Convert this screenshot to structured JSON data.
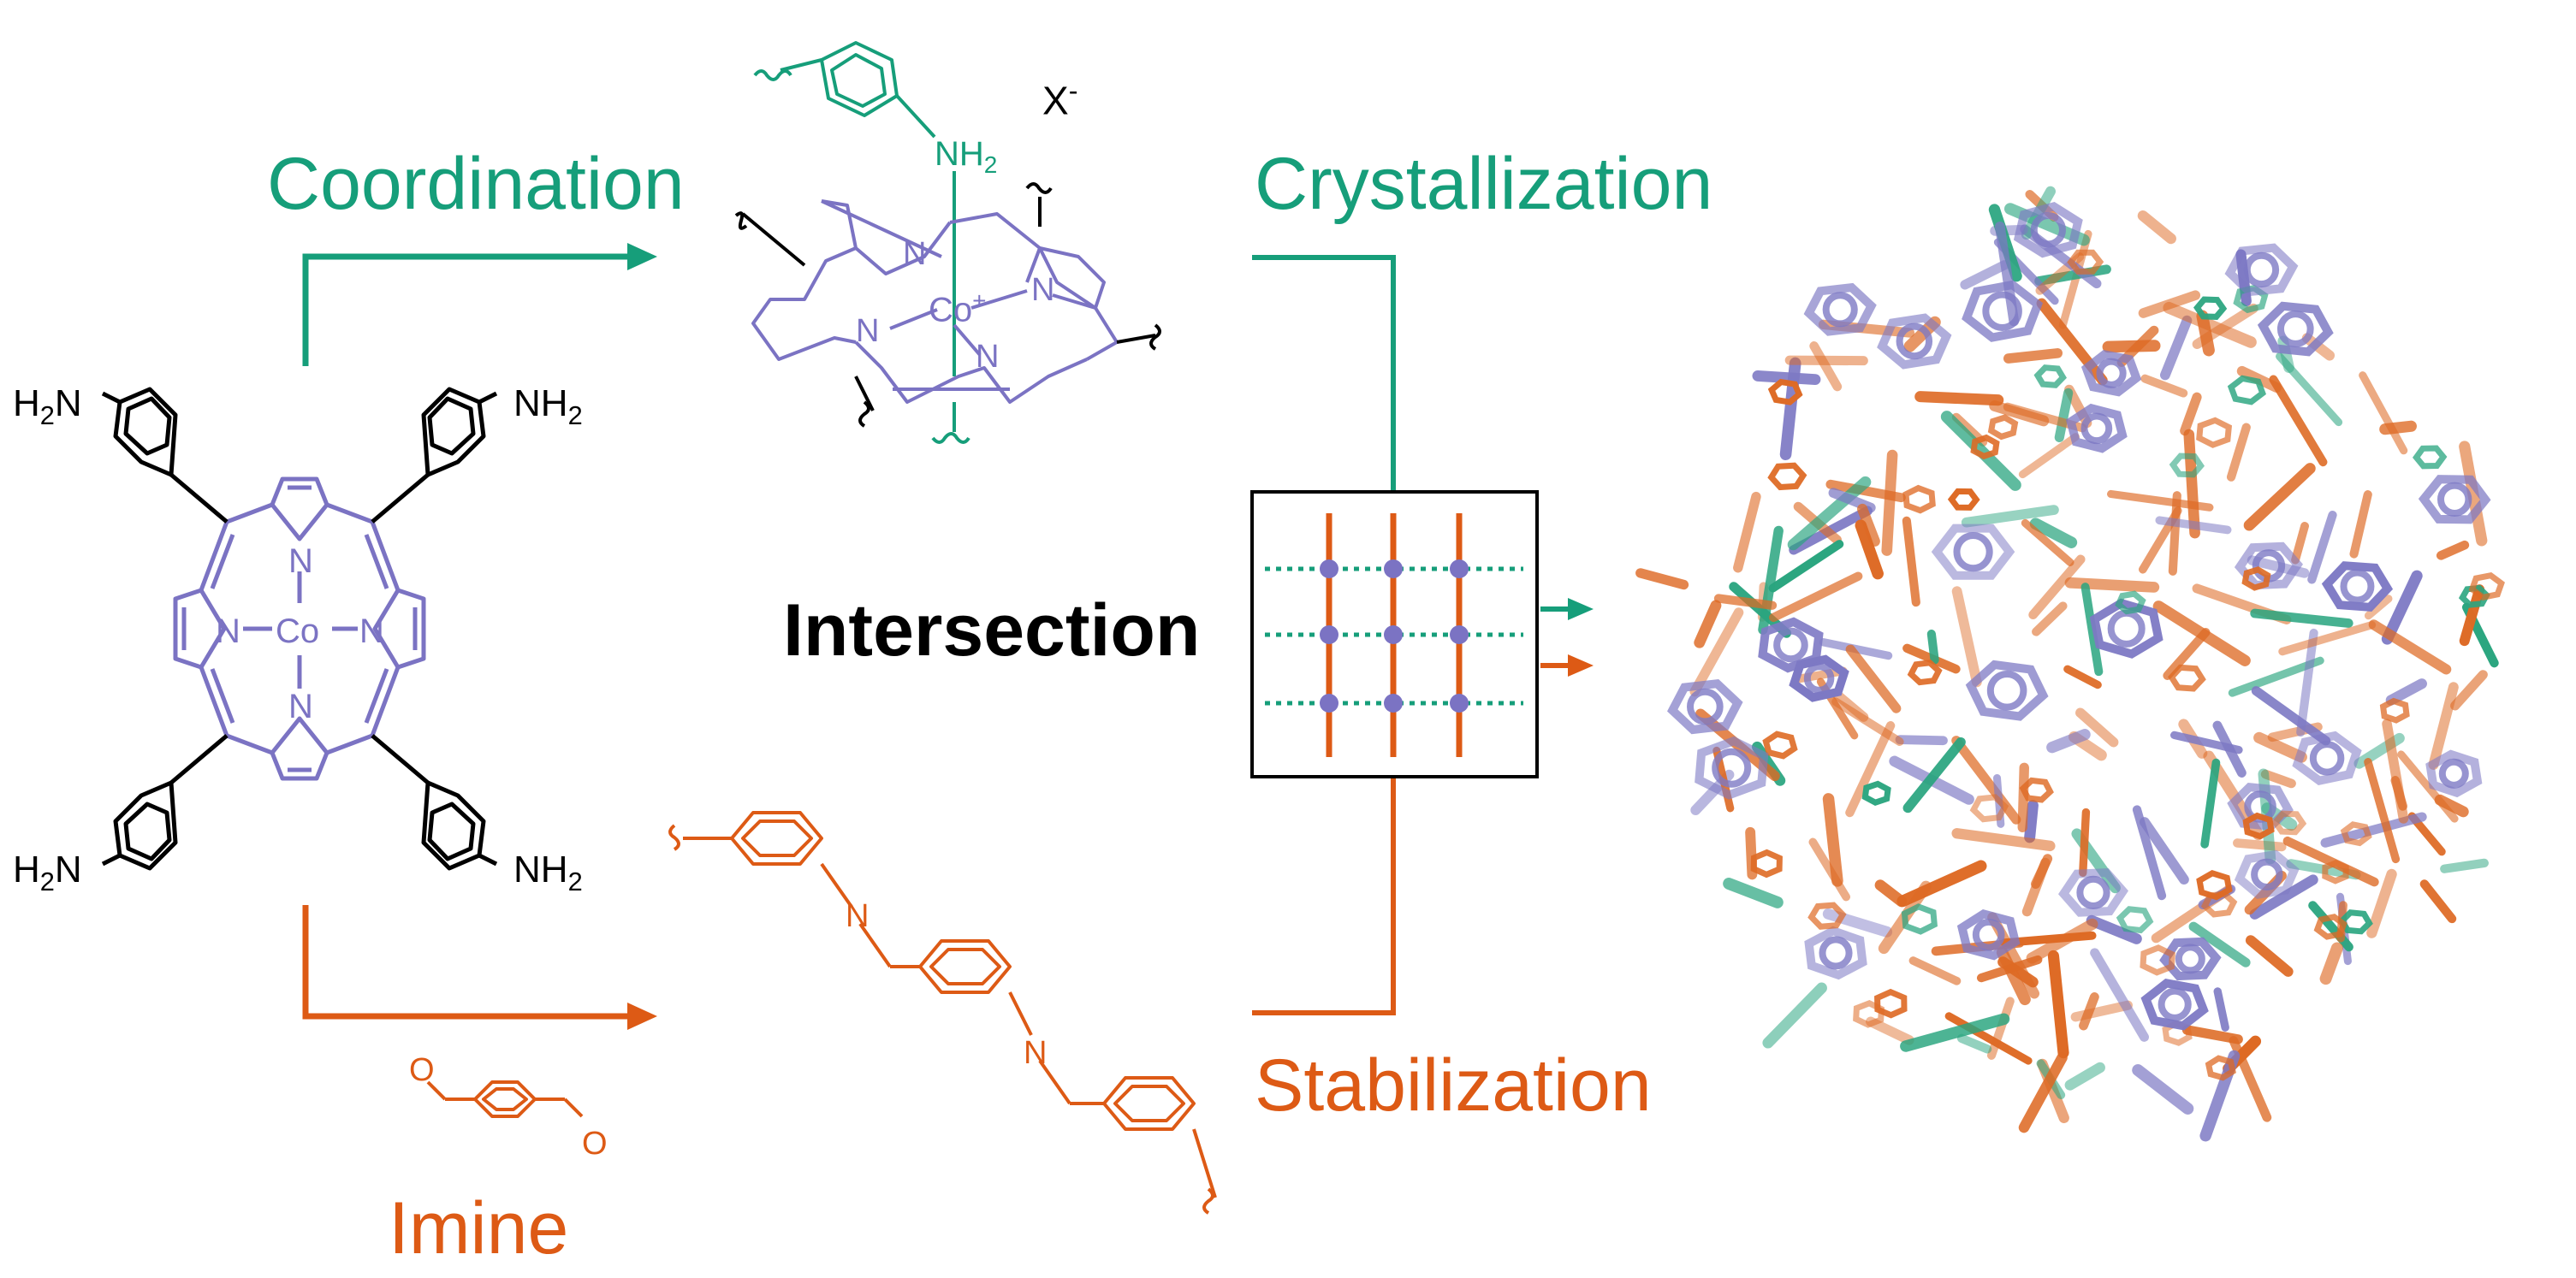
{
  "colors": {
    "green": "#169e7a",
    "orange": "#dd5a15",
    "purple": "#7b73c3",
    "black": "#000000",
    "crystal_green": "#2aa57f",
    "crystal_orange": "#de6a24",
    "crystal_purple": "#7d79c4"
  },
  "labels": {
    "coordination": "Coordination",
    "crystallization": "Crystallization",
    "intersection": "Intersection",
    "stabilization": "Stabilization",
    "imine": "Imine"
  },
  "chemistry": {
    "amine": "NH",
    "amine_sub": "2",
    "amine_left_prefix": "H",
    "amine_left_sub": "2",
    "amine_left_suffix": "N",
    "nitrogen": "N",
    "cobalt": "Co",
    "cobalt_plus": "+",
    "counter_ion": "X",
    "counter_ion_charge": "-",
    "oxygen": "O"
  },
  "icons": {
    "grid": "intersection-grid-icon",
    "arrow": "right-arrow-icon",
    "crystal": "crystal-framework-render"
  }
}
